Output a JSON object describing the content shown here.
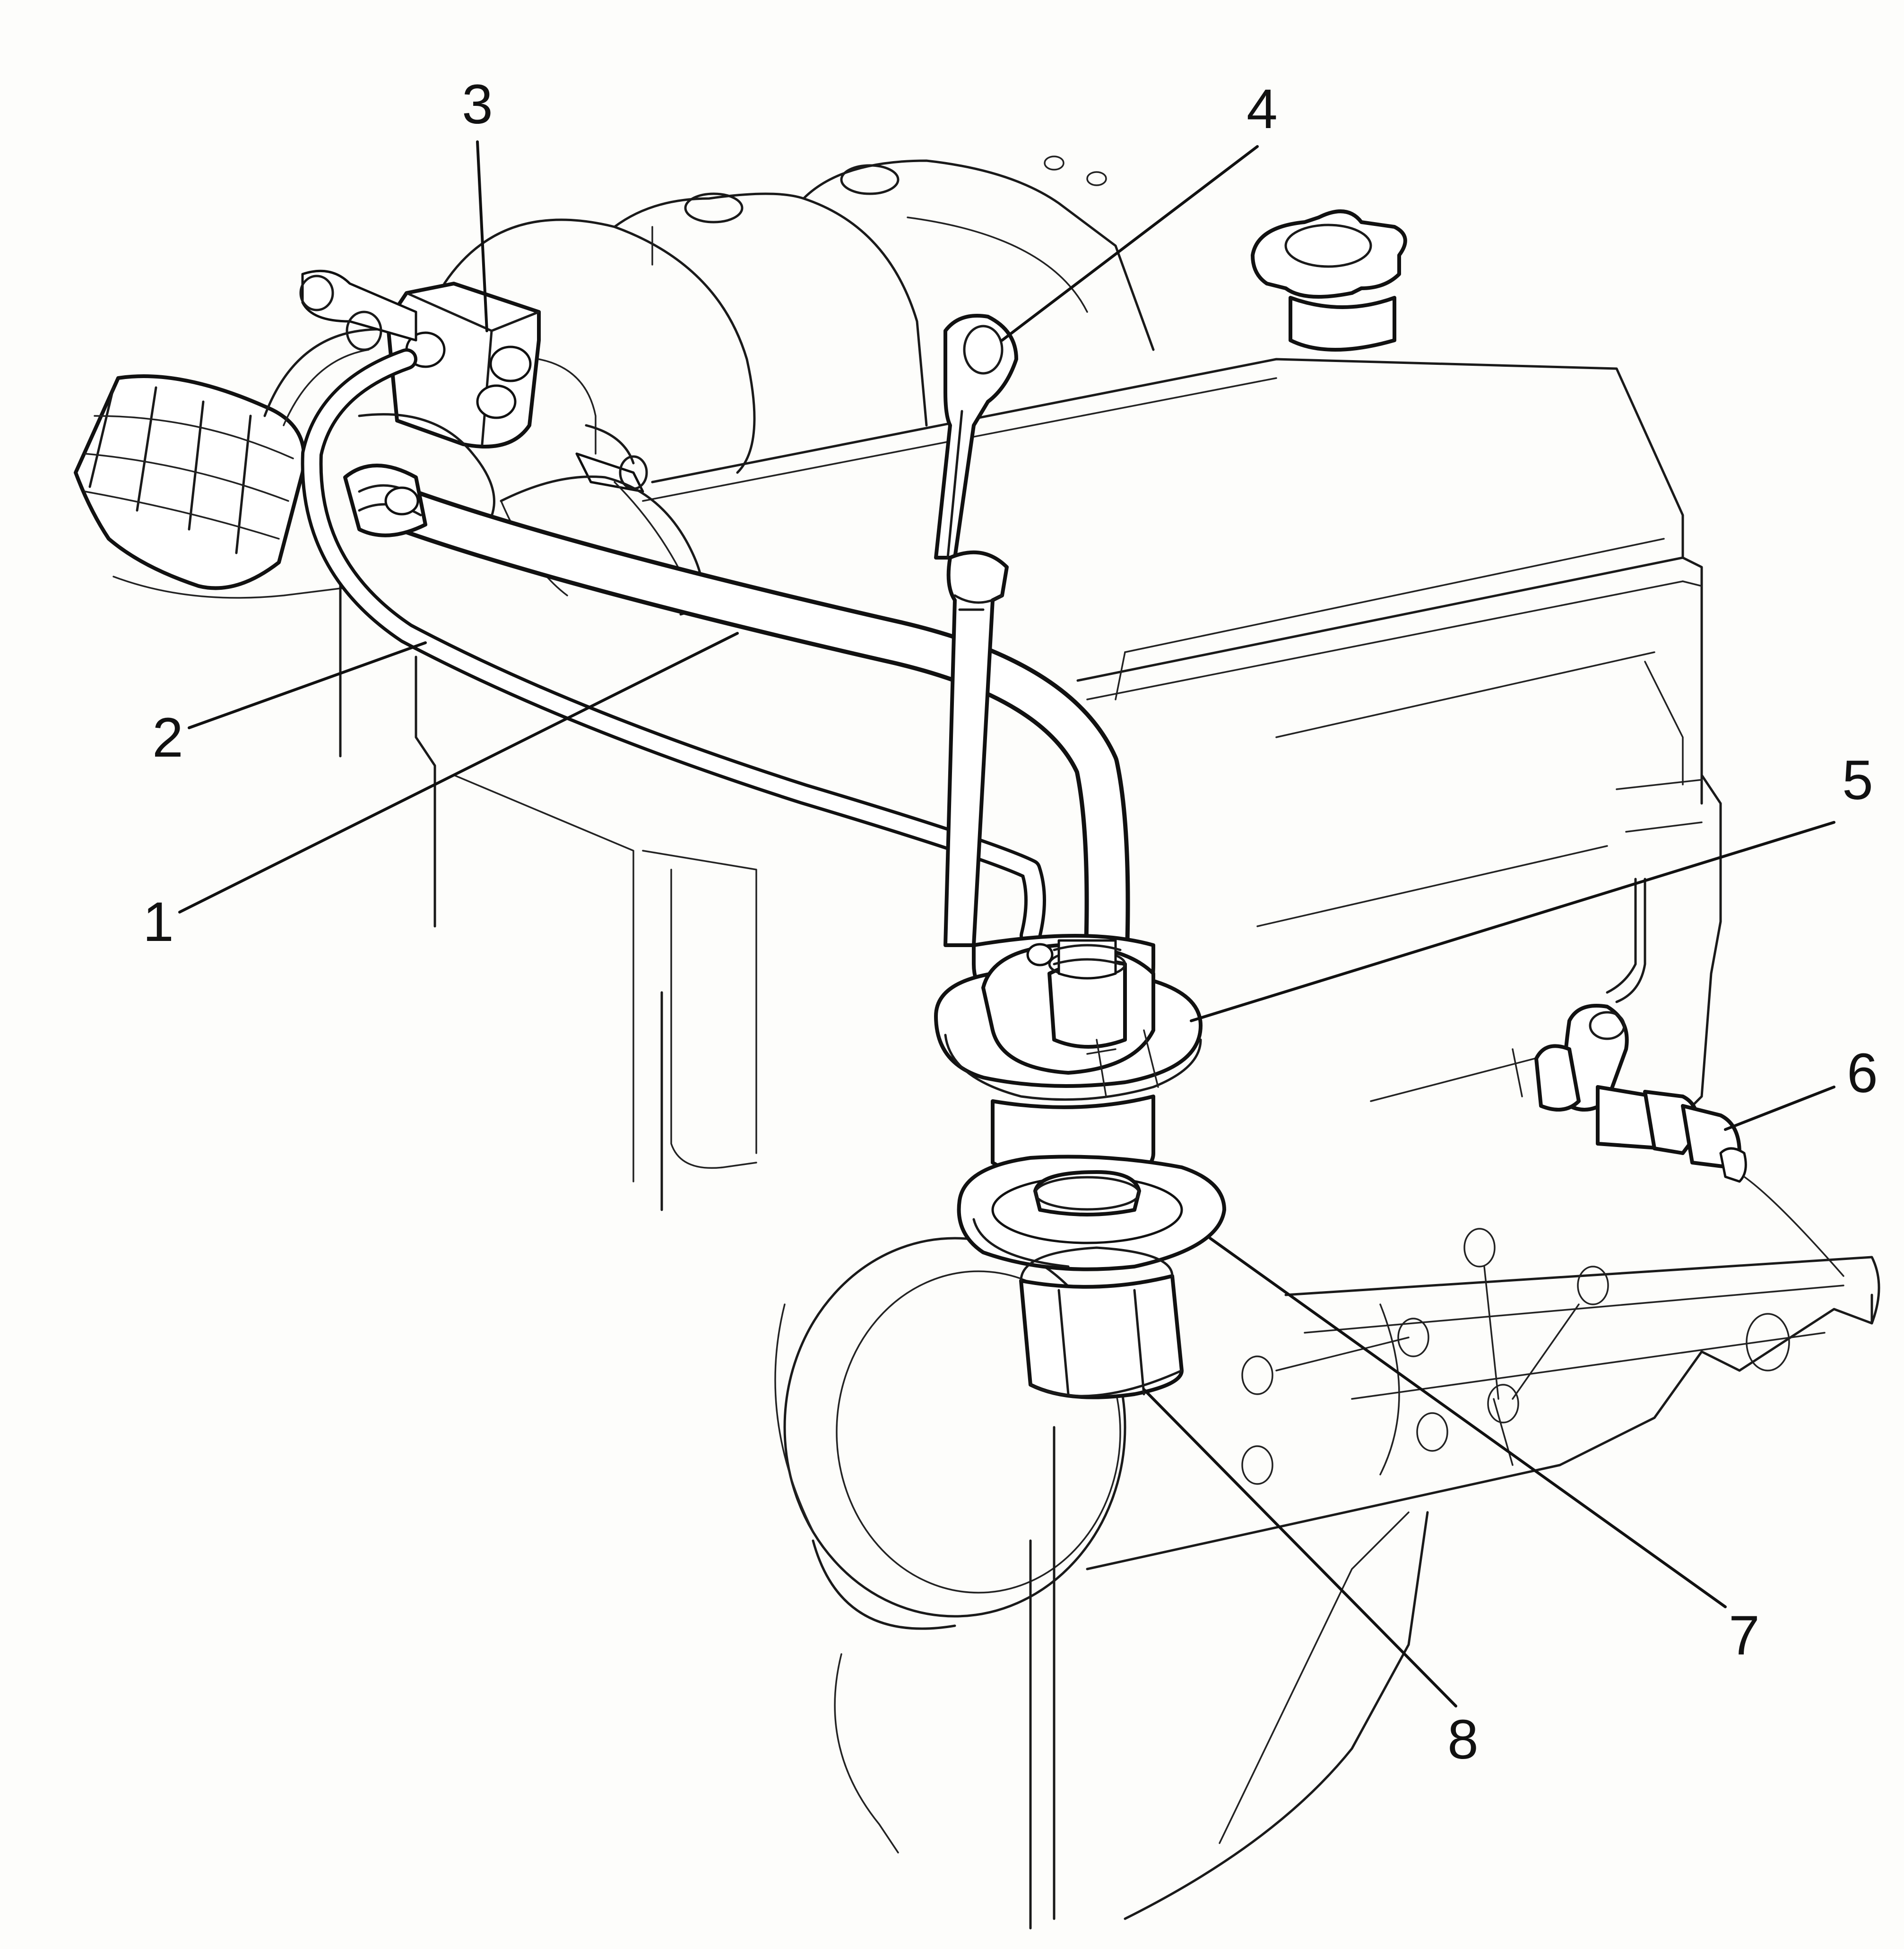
{
  "callouts": [
    {
      "id": "1",
      "label": "1"
    },
    {
      "id": "2",
      "label": "2"
    },
    {
      "id": "3",
      "label": "3"
    },
    {
      "id": "4",
      "label": "4"
    },
    {
      "id": "5",
      "label": "5"
    },
    {
      "id": "6",
      "label": "6"
    },
    {
      "id": "7",
      "label": "7"
    },
    {
      "id": "8",
      "label": "8"
    }
  ],
  "colors": {
    "line": "#111111",
    "paper": "#fdfdfb"
  }
}
